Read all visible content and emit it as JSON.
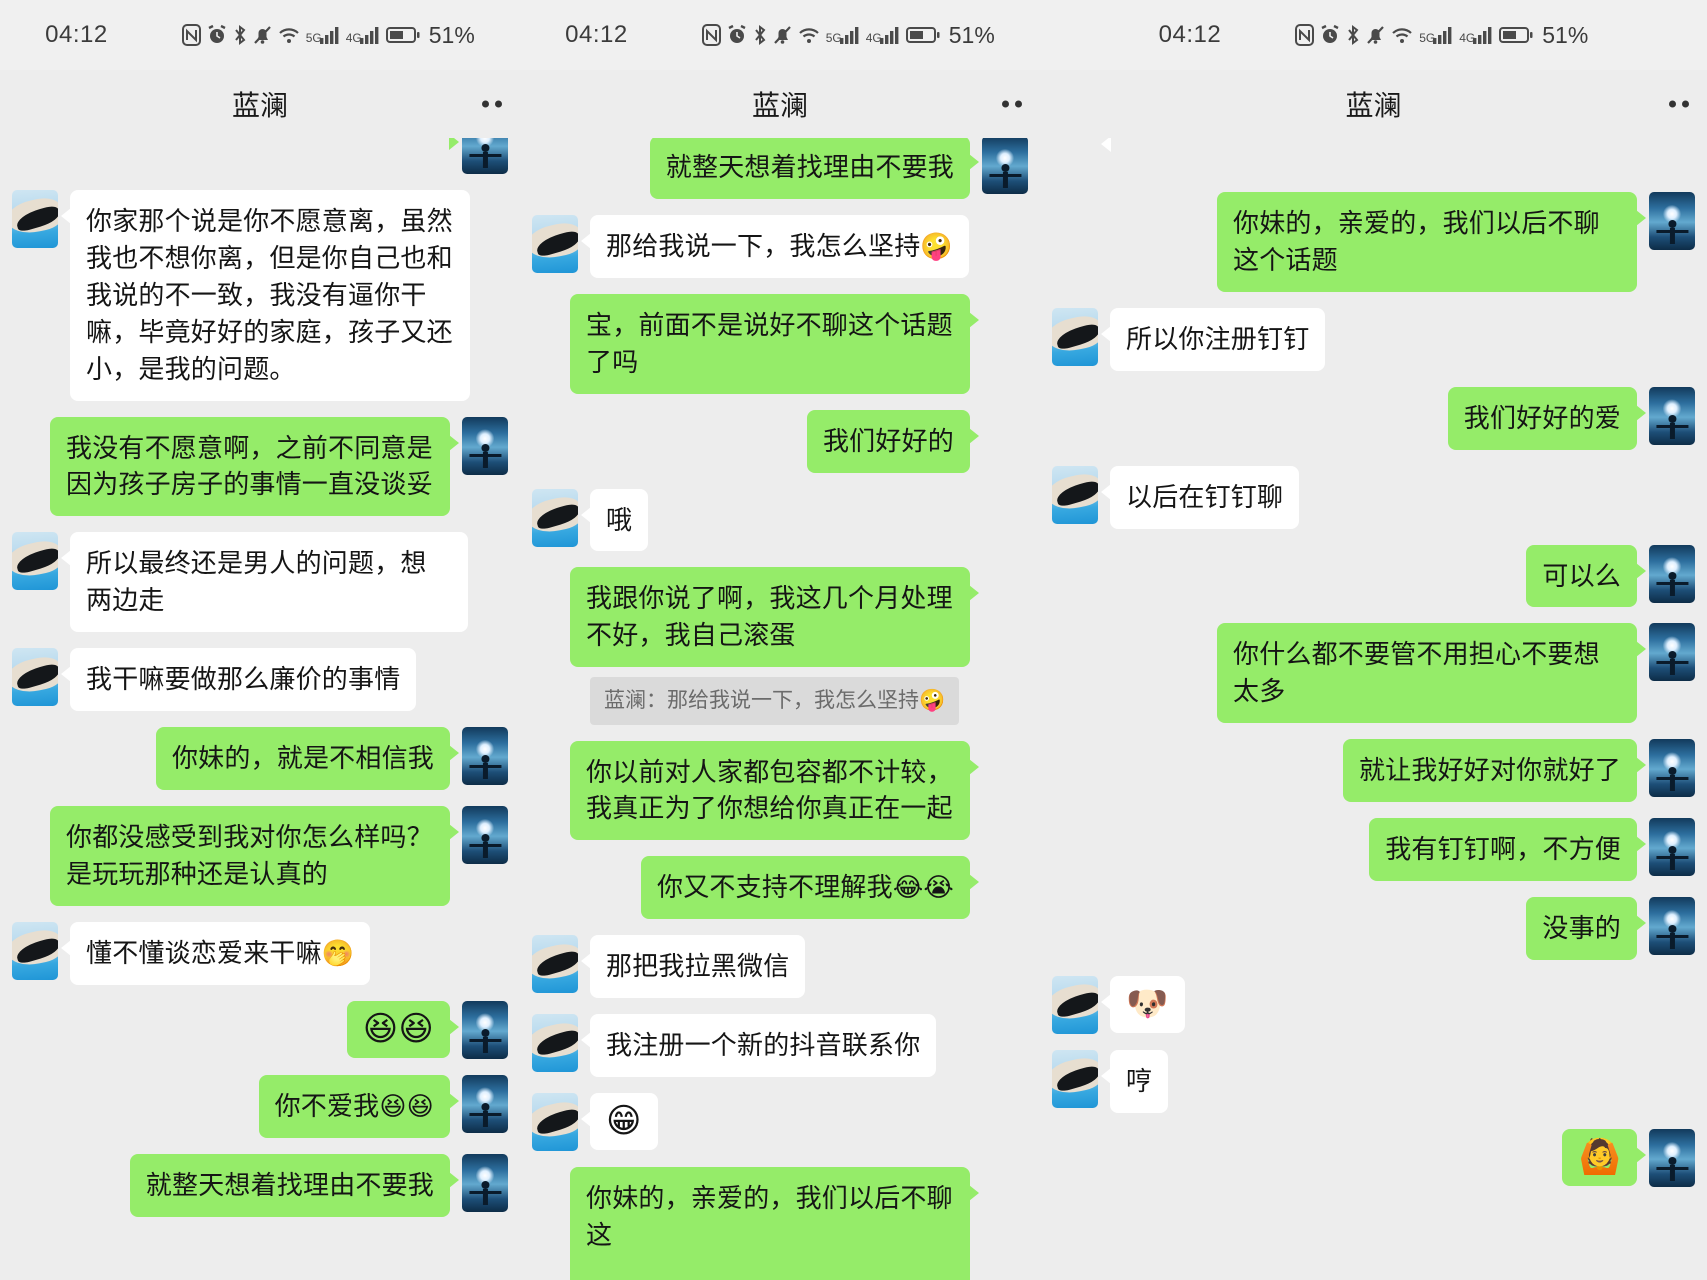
{
  "app": "WeChat",
  "statusbar": {
    "time": "04:12",
    "battery_text": "51%",
    "icons": [
      "nfc-icon",
      "alarm-icon",
      "bluetooth-icon",
      "mute-bell-icon",
      "wifi-icon",
      "signal-5g-icon",
      "signal-4g-icon",
      "battery-icon"
    ],
    "net_labels": {
      "primary": "5G",
      "secondary": "4G"
    }
  },
  "header": {
    "title": "蓝澜",
    "more_label": "..."
  },
  "colors": {
    "outgoing_bubble": "#95ec69",
    "incoming_bubble": "#ffffff",
    "chat_background": "#ededed",
    "quote_background": "#dadada"
  },
  "panels": [
    {
      "id": "panel-1",
      "messages": [
        {
          "side": "right",
          "type": "cut",
          "text": ""
        },
        {
          "side": "left",
          "type": "text",
          "text": "你家那个说是你不愿意离，虽然我也不想你离，但是你自己也和我说的不一致，我没有逼你干嘛，毕竟好好的家庭，孩子又还小，是我的问题。"
        },
        {
          "side": "right",
          "type": "text",
          "text": "我没有不愿意啊，之前不同意是因为孩子房子的事情一直没谈妥"
        },
        {
          "side": "left",
          "type": "text",
          "text": "所以最终还是男人的问题，想两边走"
        },
        {
          "side": "left",
          "type": "text",
          "text": "我干嘛要做那么廉价的事情"
        },
        {
          "side": "right",
          "type": "text",
          "text": "你妹的，就是不相信我"
        },
        {
          "side": "right",
          "type": "text",
          "text": "你都没感受到我对你怎么样吗？是玩玩那种还是认真的"
        },
        {
          "side": "left",
          "type": "text",
          "text": "懂不懂谈恋爱来干嘛🤭"
        },
        {
          "side": "right",
          "type": "emoji",
          "text": "😆😆"
        },
        {
          "side": "right",
          "type": "text",
          "text": "你不爱我😆😆"
        },
        {
          "side": "right",
          "type": "text",
          "text": "就整天想着找理由不要我"
        }
      ]
    },
    {
      "id": "panel-2",
      "messages": [
        {
          "side": "right",
          "type": "text",
          "text": "就整天想着找理由不要我"
        },
        {
          "side": "left",
          "type": "text",
          "text": "那给我说一下，我怎么坚持🤪"
        },
        {
          "side": "right",
          "type": "text",
          "text": "宝，前面不是说好不聊这个话题了吗"
        },
        {
          "side": "right",
          "type": "text",
          "text": "我们好好的"
        },
        {
          "side": "left",
          "type": "text",
          "text": "哦"
        },
        {
          "side": "right",
          "type": "text",
          "text": "我跟你说了啊，我这几个月处理不好，我自己滚蛋"
        },
        {
          "side": "left",
          "type": "quote",
          "text": "蓝澜：那给我说一下，我怎么坚持🤪"
        },
        {
          "side": "right",
          "type": "text",
          "text": "你以前对人家都包容都不计较，我真正为了你想给你真正在一起"
        },
        {
          "side": "right",
          "type": "text",
          "text": "你又不支持不理解我😂😭"
        },
        {
          "side": "left",
          "type": "text",
          "text": "那把我拉黑微信"
        },
        {
          "side": "left",
          "type": "text",
          "text": "我注册一个新的抖音联系你"
        },
        {
          "side": "left",
          "type": "emoji",
          "text": "😁"
        },
        {
          "side": "right",
          "type": "partial",
          "text": "你妹的，亲爱的，我们以后不聊这"
        }
      ]
    },
    {
      "id": "panel-3",
      "messages": [
        {
          "side": "left",
          "type": "cut",
          "text": ""
        },
        {
          "side": "right",
          "type": "text",
          "text": "你妹的，亲爱的，我们以后不聊这个话题"
        },
        {
          "side": "left",
          "type": "text",
          "text": "所以你注册钉钉"
        },
        {
          "side": "right",
          "type": "text",
          "text": "我们好好的爱"
        },
        {
          "side": "left",
          "type": "text",
          "text": "以后在钉钉聊"
        },
        {
          "side": "right",
          "type": "text",
          "text": "可以么"
        },
        {
          "side": "right",
          "type": "text",
          "text": "你什么都不要管不用担心不要想太多"
        },
        {
          "side": "right",
          "type": "text",
          "text": "就让我好好对你就好了"
        },
        {
          "side": "right",
          "type": "text",
          "text": "我有钉钉啊，不方便"
        },
        {
          "side": "right",
          "type": "text",
          "text": "没事的"
        },
        {
          "side": "left",
          "type": "emoji",
          "text": "🐶"
        },
        {
          "side": "left",
          "type": "text",
          "text": "哼"
        },
        {
          "side": "right",
          "type": "emoji",
          "text": "🙆"
        }
      ]
    }
  ]
}
